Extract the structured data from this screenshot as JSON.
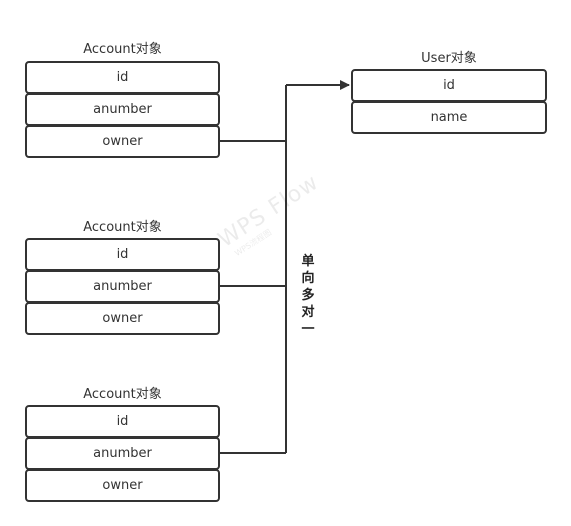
{
  "account_entities": [
    {
      "title": "Account对象",
      "fields": [
        "id",
        "anumber",
        "owner"
      ]
    },
    {
      "title": "Account对象",
      "fields": [
        "id",
        "anumber",
        "owner"
      ]
    },
    {
      "title": "Account对象",
      "fields": [
        "id",
        "anumber",
        "owner"
      ]
    }
  ],
  "user_entity": {
    "title": "User对象",
    "fields": [
      "id",
      "name"
    ]
  },
  "relation_label": "单向多对一",
  "watermark": {
    "main": "WPS Flow",
    "sub": "WPS流程图"
  },
  "colors": {
    "line": "#333333",
    "border": "#333333",
    "text": "#333333"
  }
}
